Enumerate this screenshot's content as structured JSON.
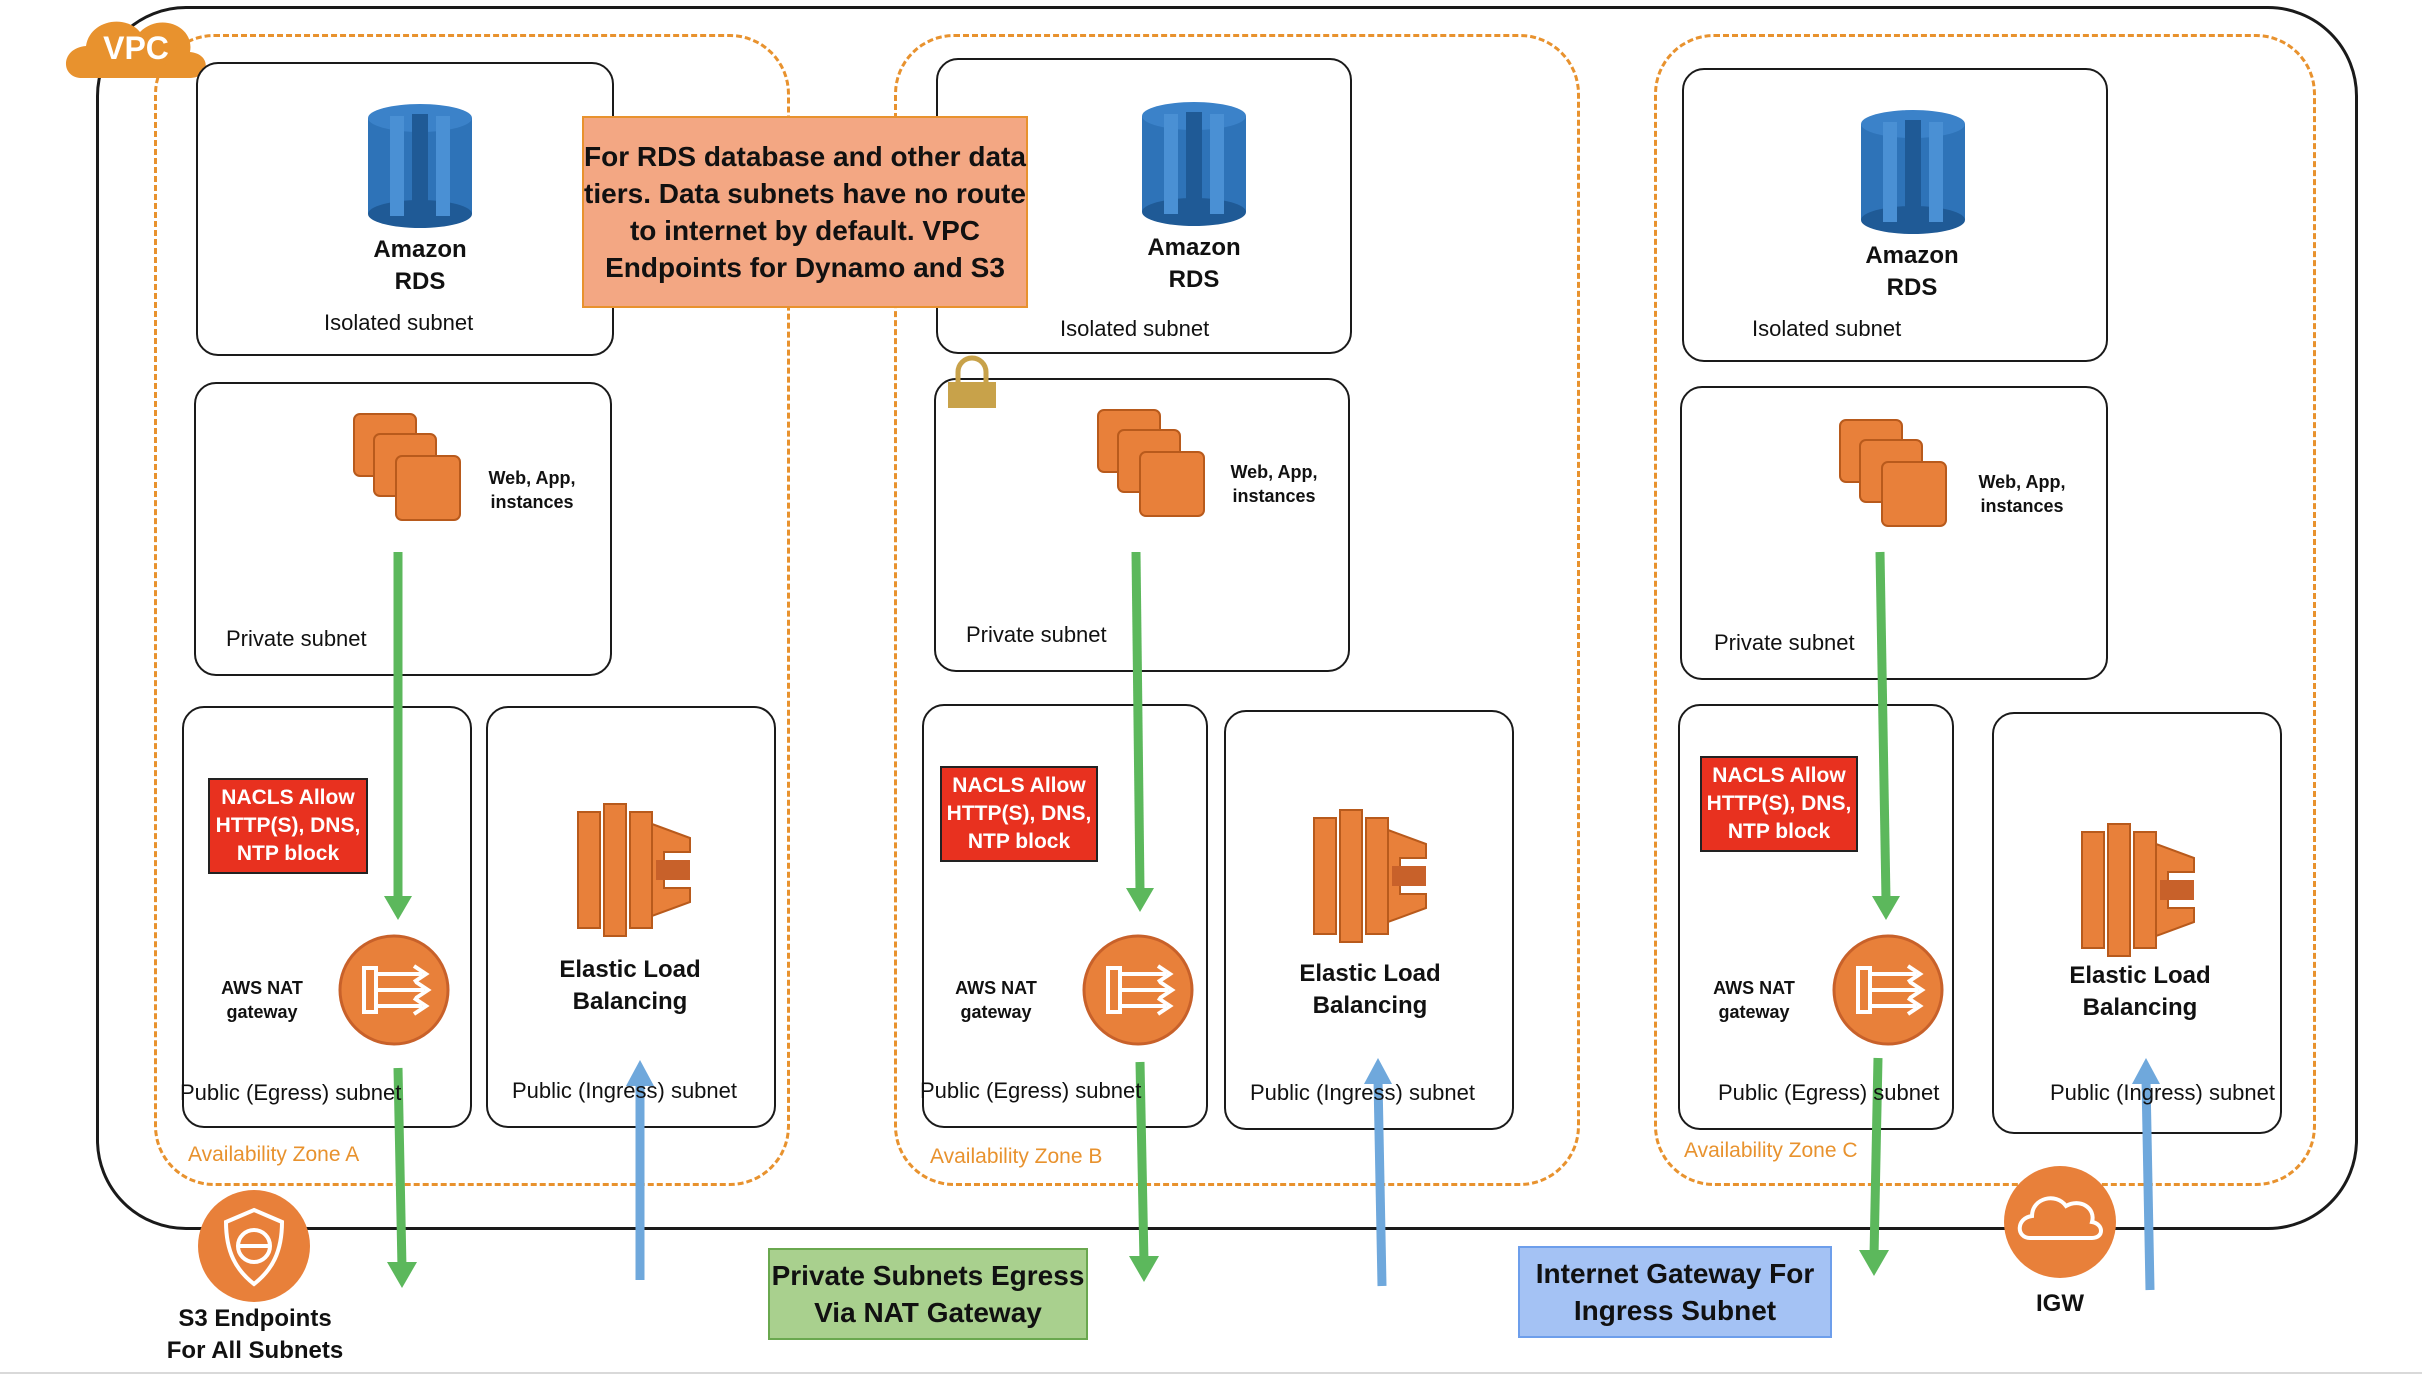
{
  "vpc": {
    "badge": "VPC"
  },
  "note": {
    "text": "For RDS database and other data\ntiers. Data subnets have no route\nto internet by default.  VPC\nEndpoints for Dynamo and S3"
  },
  "zones": [
    {
      "name": "Availability Zone A",
      "rds": "Amazon\nRDS",
      "isolated": "Isolated subnet",
      "instances": "Web, App,\ninstances",
      "private": "Private subnet",
      "nacl": "NACLS Allow\nHTTP(S), DNS,\nNTP block",
      "nat": "AWS NAT\ngateway",
      "egress": "Public (Egress) subnet",
      "elb": "Elastic Load\nBalancing",
      "ingress": "Public (Ingress) subnet"
    },
    {
      "name": "Availability Zone B",
      "rds": "Amazon\nRDS",
      "isolated": "Isolated subnet",
      "instances": "Web, App,\ninstances",
      "private": "Private subnet",
      "nacl": "NACLS Allow\nHTTP(S), DNS,\nNTP block",
      "nat": "AWS NAT\ngateway",
      "egress": "Public (Egress) subnet",
      "elb": "Elastic Load\nBalancing",
      "ingress": "Public (Ingress) subnet"
    },
    {
      "name": "Availability Zone C",
      "rds": "Amazon\nRDS",
      "isolated": "Isolated subnet",
      "instances": "Web, App,\ninstances",
      "private": "Private subnet",
      "nacl": "NACLS Allow\nHTTP(S), DNS,\nNTP block",
      "nat": "AWS NAT\ngateway",
      "egress": "Public (Egress) subnet",
      "elb": "Elastic Load\nBalancing",
      "ingress": "Public (Ingress) subnet"
    }
  ],
  "s3": {
    "label": "S3 Endpoints\nFor All Subnets"
  },
  "egress_note": {
    "text": "Private Subnets Egress\nVia NAT Gateway"
  },
  "ingress_note": {
    "text": "Internet Gateway For\nIngress Subnet"
  },
  "igw": {
    "label": "IGW"
  },
  "colors": {
    "zone_border": "#e8922e",
    "egress_arrow": "#5cb85c",
    "ingress_arrow": "#6fa8dc",
    "rds_blue": "#2e73b8",
    "ec2_orange": "#e8803a"
  }
}
